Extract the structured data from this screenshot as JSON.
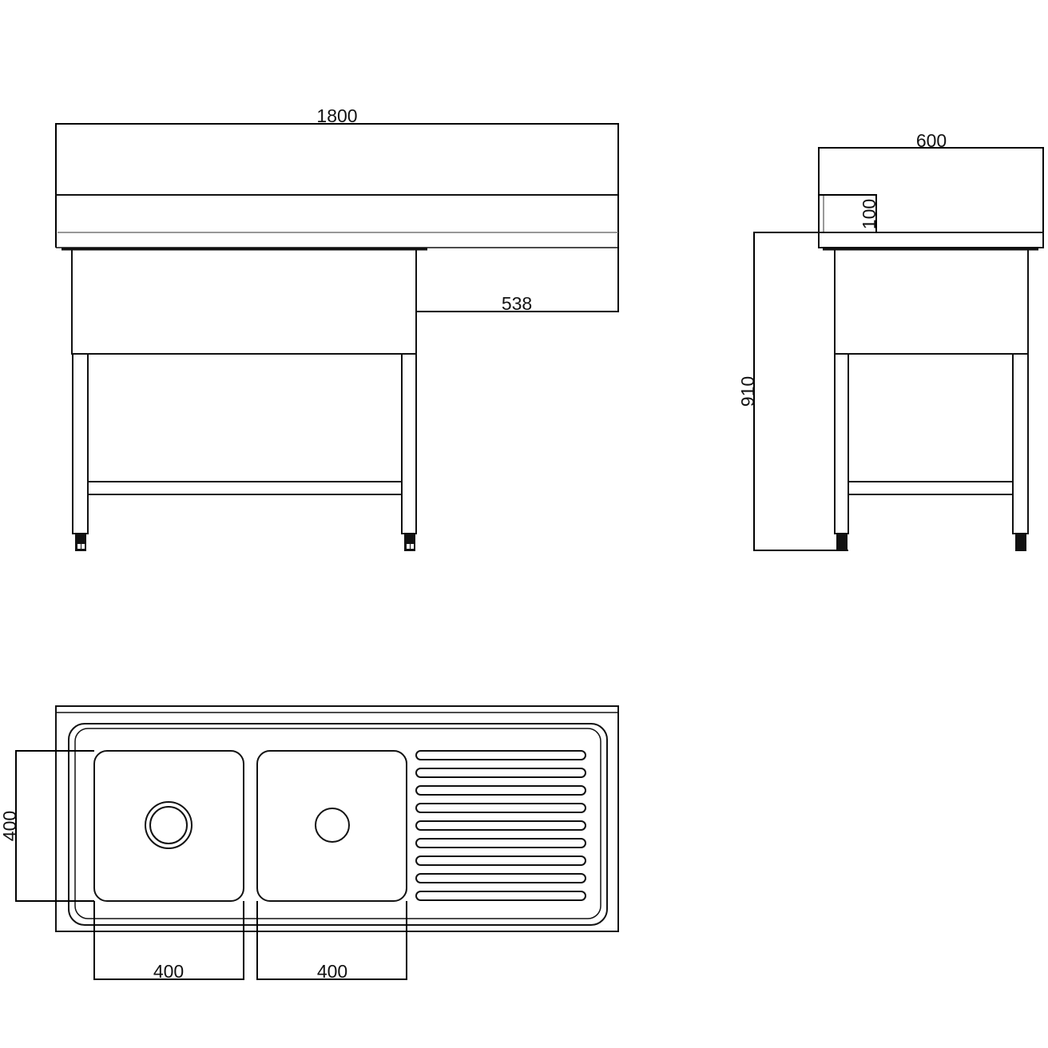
{
  "dimensions": {
    "front_length": "1800",
    "drainer_length": "538",
    "side_depth": "600",
    "splashback_height": "100",
    "overall_height": "910",
    "bowl_depth": "400",
    "bowl1_width": "400",
    "bowl2_width": "400"
  },
  "colors": {
    "line": "#111111",
    "background": "#ffffff"
  }
}
